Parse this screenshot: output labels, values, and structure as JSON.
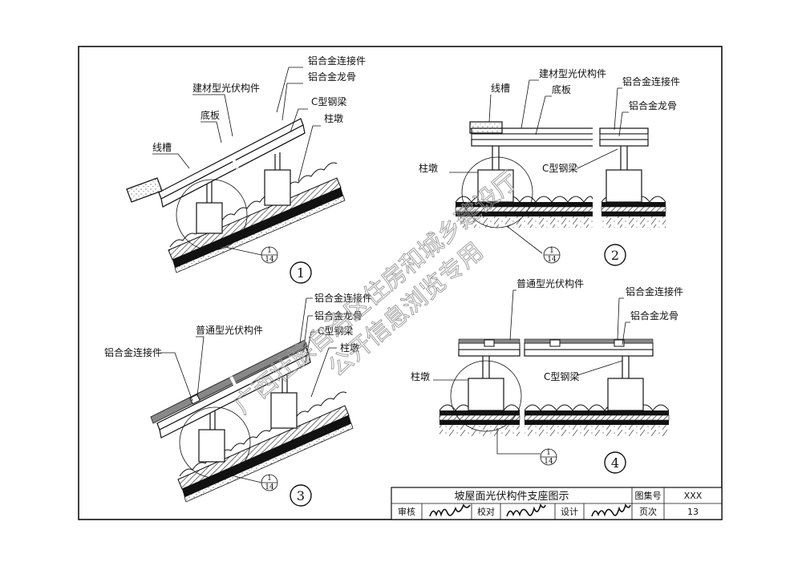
{
  "diagram1": {
    "num": "1",
    "labels": {
      "connector": "铝合金连接件",
      "module": "建材型光伏构件",
      "keel": "铝合金龙骨",
      "base": "底板",
      "cbeam": "C型钢梁",
      "trough": "线槽",
      "pier": "柱墩"
    },
    "ref": {
      "top": "1",
      "bottom": "14"
    }
  },
  "diagram2": {
    "num": "2",
    "labels": {
      "trough": "线槽",
      "module": "建材型光伏构件",
      "base": "底板",
      "connector": "铝合金连接件",
      "keel": "铝合金龙骨",
      "pier": "柱墩",
      "cbeam": "C型钢梁"
    },
    "ref": {
      "top": "1",
      "bottom": "14"
    }
  },
  "diagram3": {
    "num": "3",
    "labels": {
      "connector_top": "铝合金连接件",
      "keel": "铝合金龙骨",
      "cbeam": "C型钢梁",
      "pier": "柱墩",
      "module": "普通型光伏构件",
      "connector_left": "铝合金连接件"
    },
    "ref": {
      "top": "1",
      "bottom": "14"
    }
  },
  "diagram4": {
    "num": "4",
    "labels": {
      "module": "普通型光伏构件",
      "connector": "铝合金连接件",
      "keel": "铝合金龙骨",
      "pier": "柱墩",
      "cbeam": "C型钢梁"
    },
    "ref": {
      "top": "1",
      "bottom": "14"
    }
  },
  "watermark": {
    "line1": "广西壮族自治区住房和城乡建设厅",
    "line2": "公开信息浏览专用"
  },
  "title_block": {
    "title": "坡屋面光伏构件支座图示",
    "atlas_label": "图集号",
    "atlas_value": "XXX",
    "review_label": "审核",
    "check_label": "校对",
    "design_label": "设计",
    "page_label": "页次",
    "page_value": "13"
  }
}
